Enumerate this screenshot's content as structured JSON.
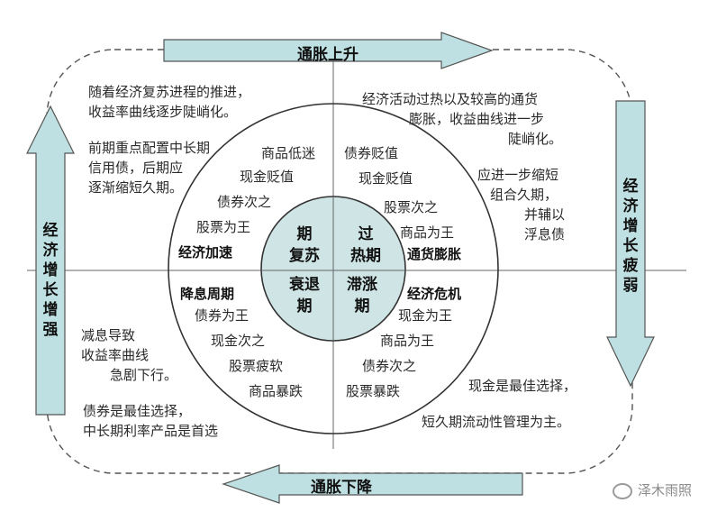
{
  "arrows": {
    "top": "通胀上升",
    "bottom": "通胀下降",
    "left": "经济增长增强",
    "right": "经济增长疲弱"
  },
  "inner": {
    "tl": [
      "期",
      "复苏"
    ],
    "tr": [
      "过",
      "热期"
    ],
    "bl": [
      "衰退",
      "期"
    ],
    "br": [
      "滞涨",
      "期"
    ]
  },
  "ring": {
    "tl": {
      "items": [
        "商品低迷",
        "现金贬值",
        "债券次之",
        "股票为王"
      ],
      "label": "经济加速"
    },
    "tr": {
      "items": [
        "债券贬值",
        "现金贬值",
        "股票次之",
        "商品为王"
      ],
      "label": "通货膨胀"
    },
    "bl": {
      "label": "降息周期",
      "items": [
        "债券为王",
        "现金次之",
        "股票疲软",
        "商品暴跌"
      ]
    },
    "br": {
      "label": "经济危机",
      "items": [
        "现金为王",
        "商品为王",
        "债券次之",
        "股票暴跌"
      ]
    }
  },
  "notes": {
    "tl1": [
      "随着经济复苏进程的推进，",
      "收益率曲线逐步陡峭化。"
    ],
    "tl2": [
      "前期重点配置中长期",
      "信用债，后期应",
      "逐渐缩短久期。"
    ],
    "tr1": [
      "经济活动过热以及较高的通货",
      "膨胀，收益曲线进一步",
      "陡峭化。"
    ],
    "tr2": [
      "应进一步缩短",
      "组合久期，",
      "并辅以",
      "浮息债"
    ],
    "bl1": [
      "减息导致",
      "收益率曲线",
      "急剧下行。"
    ],
    "bl2": [
      "债券是最佳选择，",
      "中长期利率产品是首选"
    ],
    "br1": [
      "现金是最佳选择，",
      "短久期流动性管理为主。"
    ]
  },
  "watermark": "泽木雨照"
}
